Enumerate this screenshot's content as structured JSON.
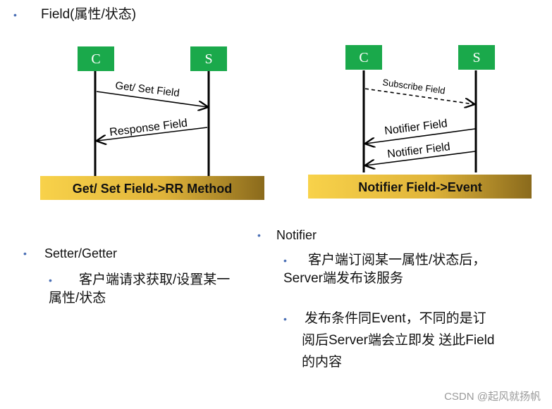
{
  "title": "Field(属性/状态)",
  "left_diagram": {
    "client": "C",
    "server": "S",
    "request": "Get/ Set  Field",
    "response": "Response Field",
    "banner": "Get/ Set Field->RR Method"
  },
  "right_diagram": {
    "client": "C",
    "server": "S",
    "subscribe": "Subscribe    Field",
    "notify1": "Notifier Field",
    "notify2": "Notifier Field",
    "banner": "Notifier  Field->Event"
  },
  "setter_getter": {
    "heading": "Setter/Getter",
    "desc_line1": "客户端请求获取/设置某一",
    "desc_line2": "属性/状态"
  },
  "notifier": {
    "heading": "Notifier",
    "p1_line1": "客户端订阅某一属性/状态后，",
    "p1_line2": "Server端发布该服务",
    "p2_line1": "发布条件同Event，不同的是订",
    "p2_line2": "阅后Server端会立即发 送此Field",
    "p2_line3": "的内容"
  },
  "watermark": "CSDN @起风就扬帆",
  "colors": {
    "node": "#1aa94b",
    "banner_start": "#f6cf45",
    "banner_end": "#8c6c1e",
    "bullet": "#4a6fb5"
  }
}
